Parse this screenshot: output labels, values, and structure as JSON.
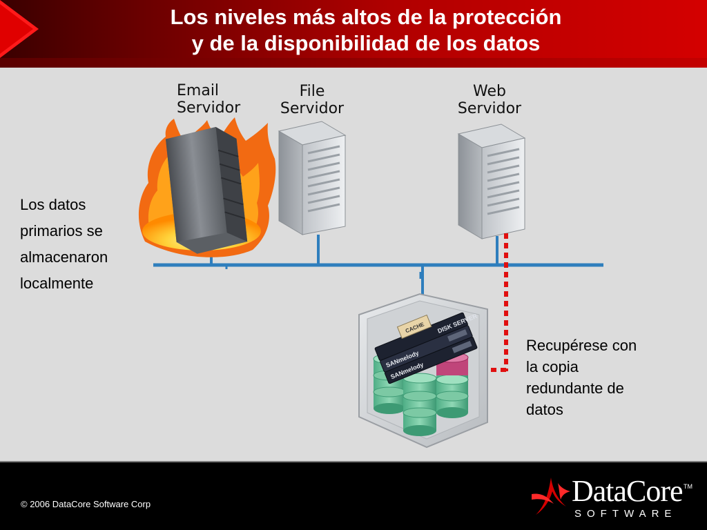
{
  "slide": {
    "title_line1": "Los niveles más altos de la protección",
    "title_line2": "y de la disponibilidad de los datos"
  },
  "servers": {
    "email": {
      "line1": "Email",
      "line2": "Servidor"
    },
    "file": {
      "line1": "File",
      "line2": "Servidor"
    },
    "web": {
      "line1": "Web",
      "line2": "Servidor"
    }
  },
  "left_note": [
    "Los datos",
    "primarios se",
    "almacenaron",
    "localmente"
  ],
  "right_note": [
    "Recupérese con",
    "la copia",
    "redundante de",
    "datos"
  ],
  "storage": {
    "cache_label": "CACHE",
    "disk_server_label": "DISK SERVER",
    "product_label_1": "SANmelody",
    "product_label_2": "SANmelody"
  },
  "footer": {
    "copyright": "© 2006  DataCore Software Corp",
    "logo_main": "DataCore",
    "logo_tm": "TM",
    "logo_sub": "SOFTWARE"
  },
  "colors": {
    "header_red": "#c40000",
    "network_blue": "#2e7ebd",
    "redundancy_red": "#e01010",
    "footer_black": "#000000"
  }
}
